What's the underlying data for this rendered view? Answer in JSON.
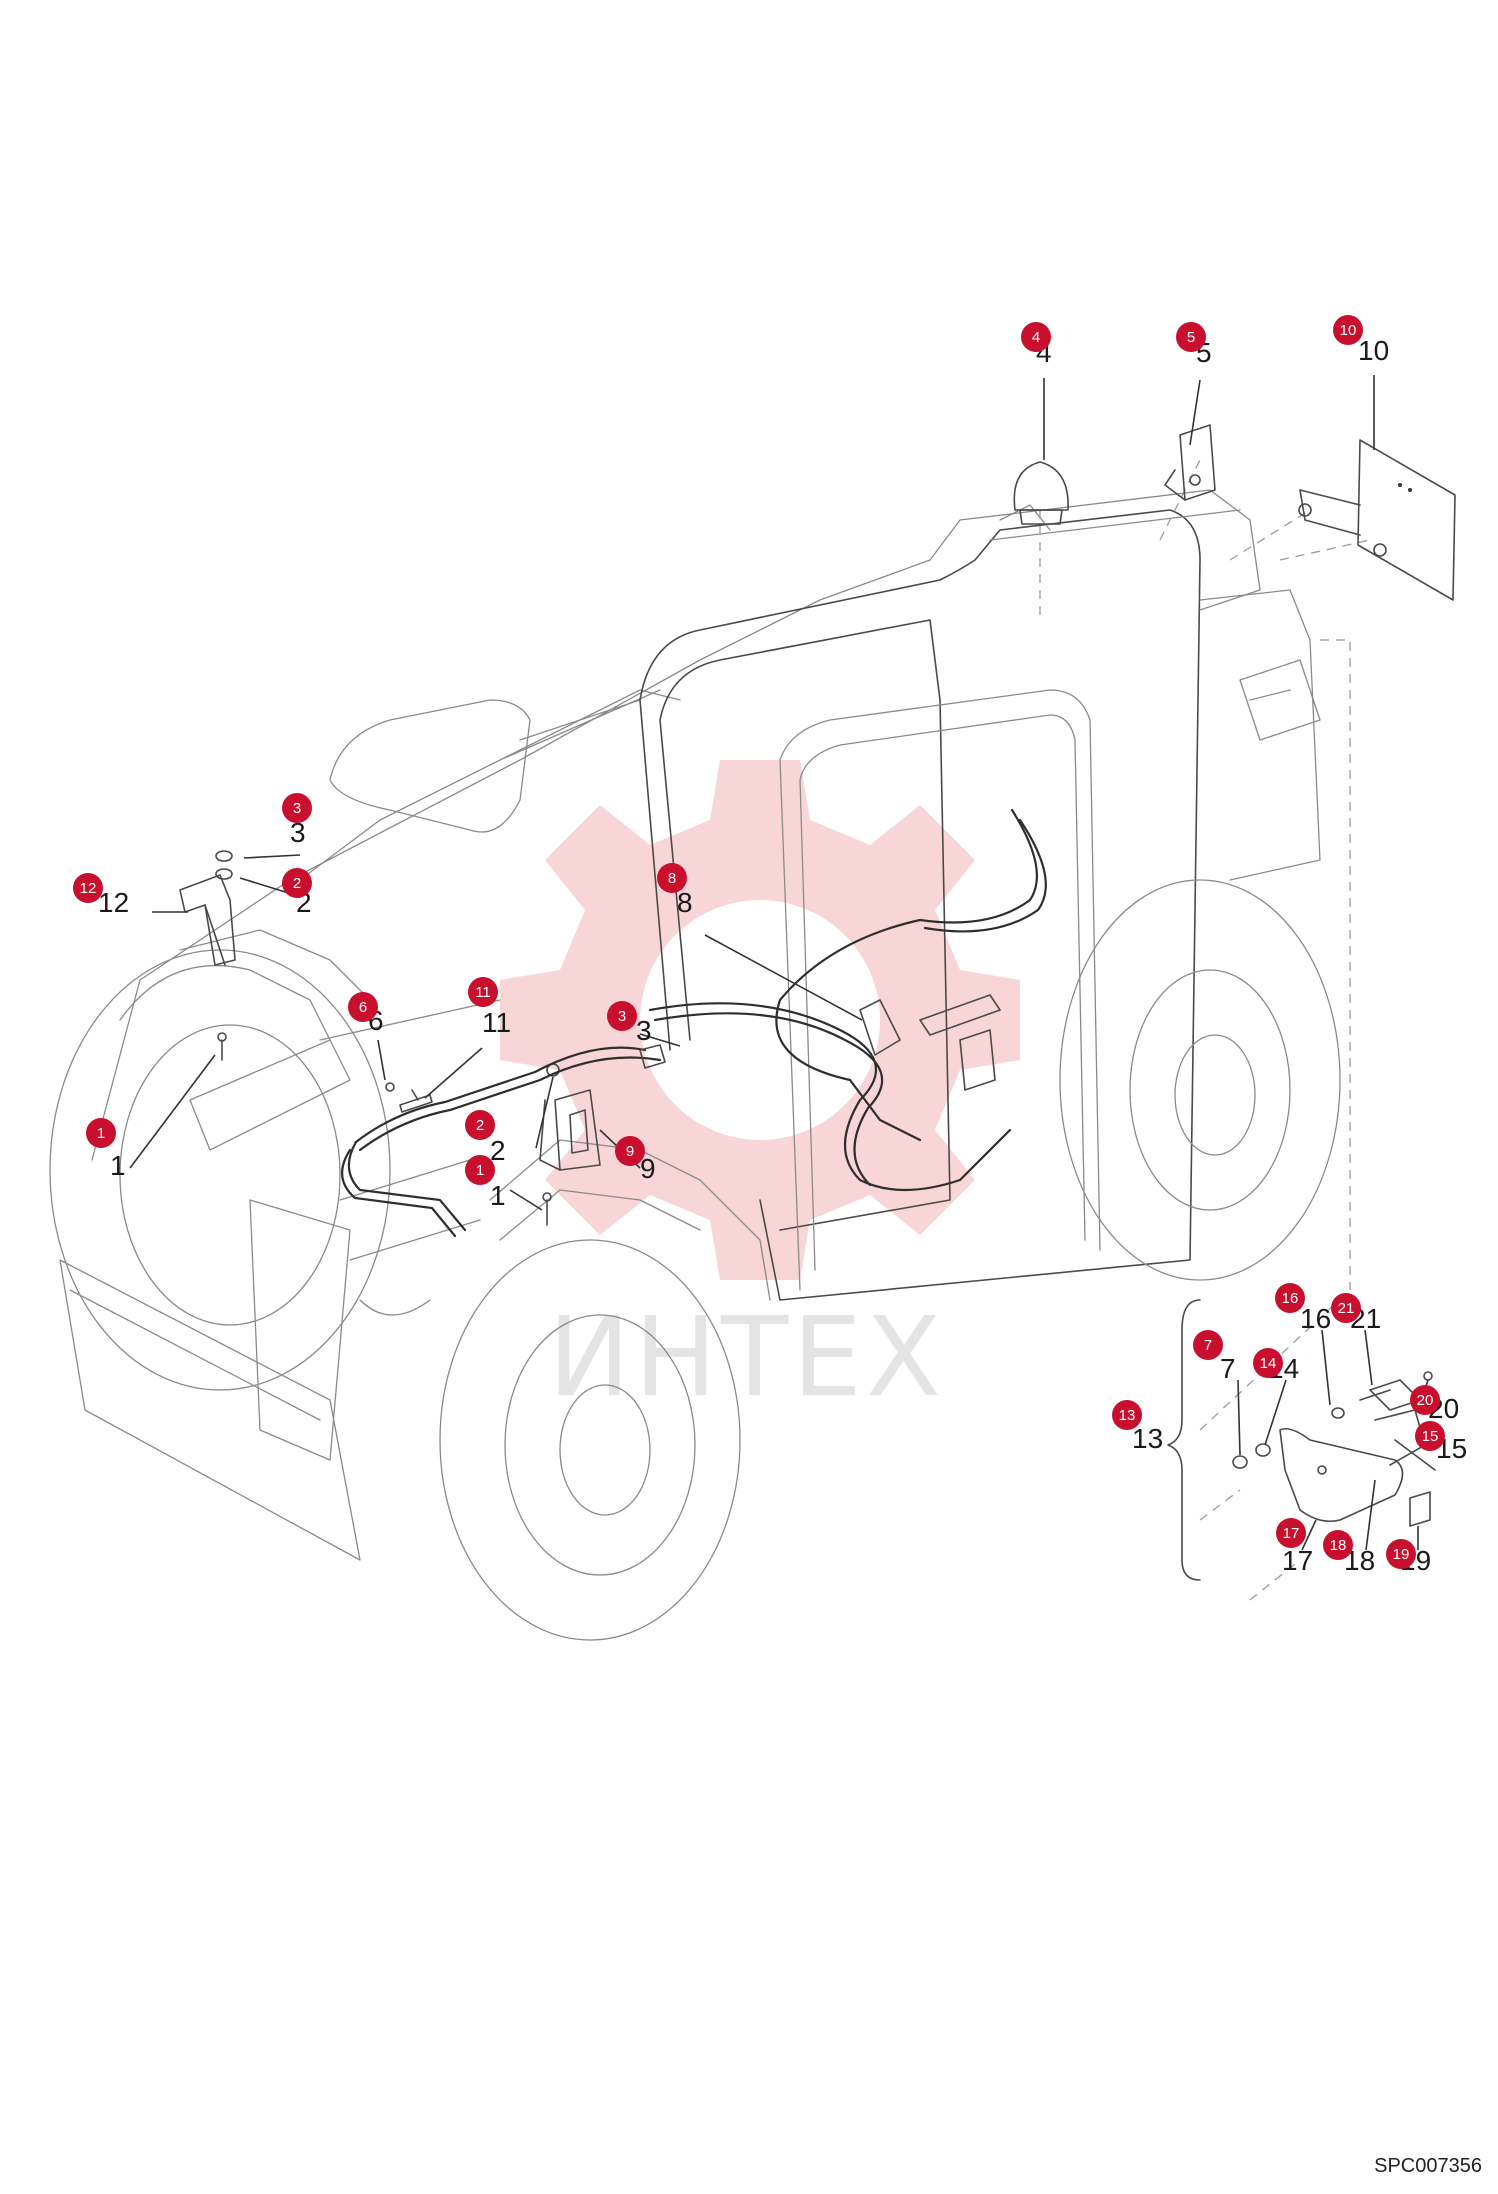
{
  "watermark": "ИНТЕХ",
  "drawing_code": "SPC007356",
  "callouts": [
    {
      "id": "c4",
      "badge": "4",
      "label": "4"
    },
    {
      "id": "c5",
      "badge": "5",
      "label": "5"
    },
    {
      "id": "c10",
      "badge": "10",
      "label": "10"
    },
    {
      "id": "c3a",
      "badge": "3",
      "label": "3"
    },
    {
      "id": "c2a",
      "badge": "2",
      "label": "2"
    },
    {
      "id": "c12",
      "badge": "12",
      "label": "12"
    },
    {
      "id": "c8",
      "badge": "8",
      "label": "8"
    },
    {
      "id": "c6",
      "badge": "6",
      "label": "6"
    },
    {
      "id": "c11",
      "badge": "11",
      "label": "11"
    },
    {
      "id": "c3b",
      "badge": "3",
      "label": "3"
    },
    {
      "id": "c1a",
      "badge": "1",
      "label": "1"
    },
    {
      "id": "c2b",
      "badge": "2",
      "label": "2"
    },
    {
      "id": "c9",
      "badge": "9",
      "label": "9"
    },
    {
      "id": "c1b",
      "badge": "1",
      "label": "1"
    },
    {
      "id": "c16",
      "badge": "16",
      "label": "16"
    },
    {
      "id": "c21",
      "badge": "21",
      "label": "21"
    },
    {
      "id": "c7",
      "badge": "7",
      "label": "7"
    },
    {
      "id": "c14",
      "badge": "14",
      "label": "14"
    },
    {
      "id": "c20",
      "badge": "20",
      "label": "20"
    },
    {
      "id": "c13",
      "badge": "13",
      "label": "13"
    },
    {
      "id": "c15",
      "badge": "15",
      "label": "15"
    },
    {
      "id": "c17",
      "badge": "17",
      "label": "17"
    },
    {
      "id": "c18",
      "badge": "18",
      "label": "18"
    },
    {
      "id": "c19",
      "badge": "19",
      "label": "19"
    }
  ]
}
